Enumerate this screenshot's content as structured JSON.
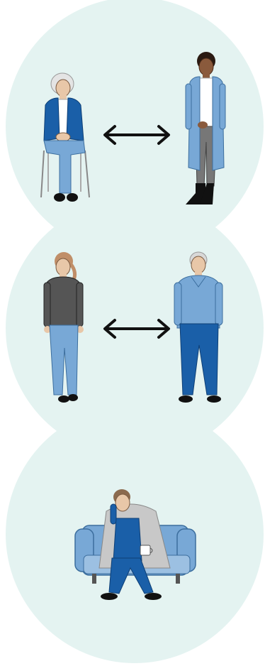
{
  "colors": {
    "background": "#ffffff",
    "circle_fill": "#e4f3f1",
    "blue_dark": "#1a5fa8",
    "blue_light": "#78a8d6",
    "grey_dark": "#555555",
    "grey_light": "#c8c8c8",
    "skin": "#e8c7a8",
    "skin_dark": "#8a5a3c",
    "hair_white": "#e4e4e4",
    "hair_brown": "#8b6a4e",
    "black": "#111111"
  },
  "panels": [
    {
      "id": "pair-1",
      "people": [
        {
          "description": "older-woman-seated-on-chair",
          "icon": "seated-elderly-woman-icon"
        },
        {
          "description": "woman-standing-long-cardigan",
          "icon": "standing-woman-icon"
        }
      ],
      "connector": "double-arrow-icon"
    },
    {
      "id": "pair-2",
      "people": [
        {
          "description": "young-woman-standing",
          "icon": "standing-young-woman-icon"
        },
        {
          "description": "older-man-standing",
          "icon": "standing-elderly-man-icon"
        }
      ],
      "connector": "double-arrow-icon"
    },
    {
      "id": "single",
      "people": [
        {
          "description": "man-on-sofa-with-blanket-and-mug",
          "icon": "sick-man-on-sofa-icon"
        }
      ],
      "connector": null
    }
  ]
}
